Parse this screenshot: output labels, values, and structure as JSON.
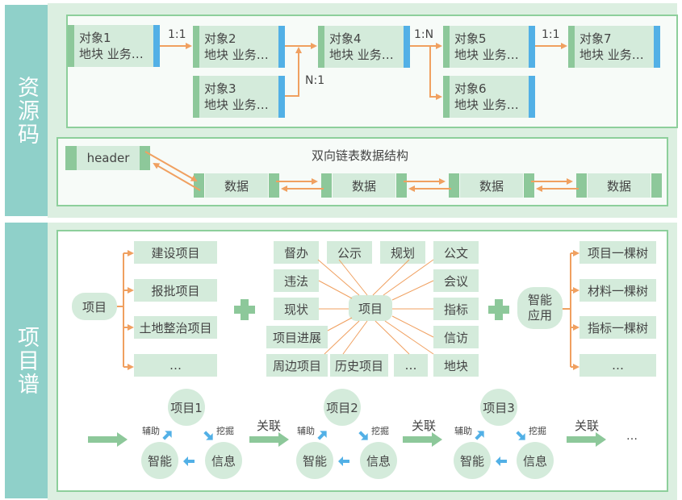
{
  "sections": {
    "resource_code": {
      "label": "资源码"
    },
    "project_graph": {
      "label": "项目谱"
    }
  },
  "objects": [
    {
      "name": "对象1",
      "desc": "地块 业务…"
    },
    {
      "name": "对象2",
      "desc": "地块 业务…"
    },
    {
      "name": "对象3",
      "desc": "地块 业务…"
    },
    {
      "name": "对象4",
      "desc": "地块 业务…"
    },
    {
      "name": "对象5",
      "desc": "地块 业务…"
    },
    {
      "name": "对象6",
      "desc": "地块 业务…"
    },
    {
      "name": "对象7",
      "desc": "地块 业务…"
    }
  ],
  "relations": {
    "r12": "1:1",
    "r34": "N:1",
    "r45": "1:N",
    "r57": "1:1"
  },
  "linked_list": {
    "title": "双向链表数据结构",
    "header": "header",
    "nodes": [
      "数据",
      "数据",
      "数据",
      "数据"
    ]
  },
  "project_tree": {
    "root": "项目",
    "children": [
      "建设项目",
      "报批项目",
      "土地整治项目",
      "…"
    ]
  },
  "project_hub": {
    "center": "项目",
    "items": [
      "督办",
      "公示",
      "规划",
      "公文",
      "违法",
      "会议",
      "现状",
      "指标",
      "项目进展",
      "信访",
      "周边项目",
      "历史项目",
      "…",
      "地块"
    ]
  },
  "smart_app": {
    "root": "智能\n应用",
    "root_line1": "智能",
    "root_line2": "应用",
    "children": [
      "项目一棵树",
      "材料一棵树",
      "指标一棵树",
      "…"
    ]
  },
  "cycles": [
    {
      "project": "项目1",
      "info": "信息",
      "smart": "智能",
      "assist": "辅助",
      "mine": "挖掘"
    },
    {
      "project": "项目2",
      "info": "信息",
      "smart": "智能",
      "assist": "辅助",
      "mine": "挖掘"
    },
    {
      "project": "项目3",
      "info": "信息",
      "smart": "智能",
      "assist": "辅助",
      "mine": "挖掘"
    }
  ],
  "link_label": "关联",
  "ellipsis": "…",
  "colors": {
    "teal": "#8fd0c9",
    "green": "#8dc89a",
    "light_green": "#d4ebdb",
    "blue": "#52b0e6",
    "orange": "#f0a060"
  }
}
